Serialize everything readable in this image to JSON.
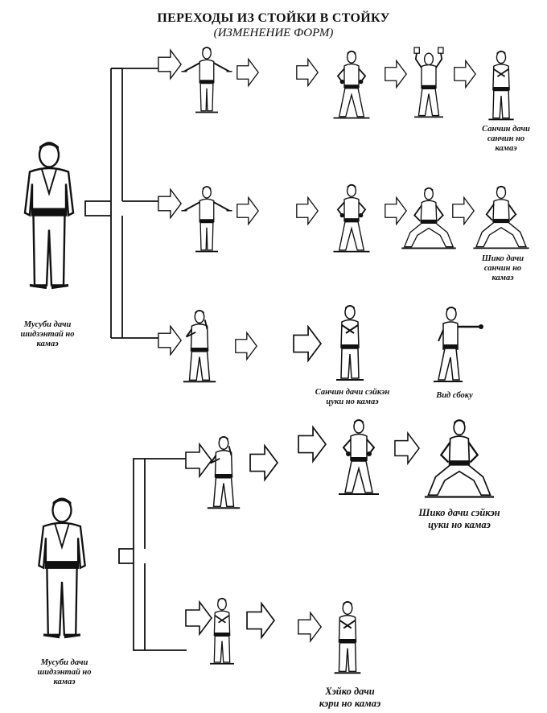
{
  "header": {
    "title": "ПЕРЕХОДЫ ИЗ СТОЙКИ В СТОЙКУ",
    "subtitle": "(ИЗМЕНЕНИЕ ФОРМ)"
  },
  "captions": {
    "top_start": [
      "Мусуби дачи",
      "шидзэнтай но",
      "камаэ"
    ],
    "row1_end": [
      "Санчин дачи",
      "санчин но",
      "камаэ"
    ],
    "row2_end": [
      "Шико дачи",
      "санчин но",
      "камаэ"
    ],
    "row3_mid": [
      "Санчин дачи сэйкэн",
      "цуки но камаэ"
    ],
    "row3_side": [
      "Вид сбоку"
    ],
    "row4_end": [
      "Шико дачи сэйкэн",
      "цуки но камаэ"
    ],
    "bottom_start": [
      "Мусуби дачи",
      "шидзэнтай но",
      "камаэ"
    ],
    "row5_end": [
      "Хэйко дачи",
      "кэри но камаэ"
    ]
  },
  "colors": {
    "ink": "#111111",
    "paper": "#ffffff"
  }
}
